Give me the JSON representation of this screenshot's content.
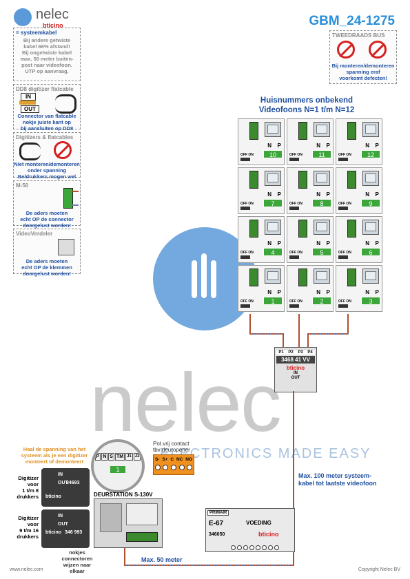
{
  "brand": {
    "name": "nelec",
    "tagline": "ELECTRONICS MADE EASY",
    "partner": "bticino"
  },
  "doc_code": "GBM_24-1275",
  "sidebar": {
    "systeemkabel": {
      "title": "= systeemkabel",
      "lines": [
        "Bij andere getwiste",
        "kabel 66% afstand!",
        "Bij ongetwiste kabel",
        "max. 50 meter buiten-",
        "post naar videofoon.",
        "UTP op aanvraag."
      ]
    },
    "dd8": {
      "title": "DD8 digitizer  flatcable",
      "in": "IN",
      "out": "OUT",
      "lines": [
        "Connector van flatcable",
        "nokje juiste kant op",
        "bij aansluiten op DD8"
      ]
    },
    "digitizers": {
      "title": "Digitizers & flatcables",
      "lines": [
        "Niet monteren/demonteren",
        "onder spanning",
        "Beldrukkers mogen wel"
      ]
    },
    "m50": {
      "title": "M-50",
      "lines": [
        "De aders moeten",
        "echt OP de connector",
        "doorgelust worden!"
      ]
    },
    "videoverdeler": {
      "title": "VideoVerdeler",
      "lines": [
        "De aders moeten",
        "echt OP de klemmen",
        "doorgelust worden!"
      ]
    }
  },
  "bus_warning": {
    "title": "TWEEDRAADS BUS",
    "lines": [
      "Bij monteren/demonteren",
      "spanning eraf",
      "voorkomt defecten!"
    ]
  },
  "grid": {
    "title1": "Huisnummers onbekend",
    "title2": "Videofoons N=1 t/m N=12",
    "n_label": "N",
    "p_label": "P",
    "off_on": "OFF ON",
    "rows": [
      [
        "10",
        "11",
        "12"
      ],
      [
        "7",
        "8",
        "9"
      ],
      [
        "4",
        "5",
        "6"
      ],
      [
        "1",
        "2",
        "3"
      ]
    ]
  },
  "distributor": {
    "ports": [
      "P1",
      "P2",
      "P3",
      "P4"
    ],
    "model": "3468 41  VV",
    "brand": "bticino",
    "in": "IN",
    "out": "OUT"
  },
  "notes": {
    "spanning": [
      "Haal de spanning van het",
      "systeem als je een digitizer",
      "monteert of demonteert"
    ],
    "potvrij": [
      "Pot.vrij contact",
      "tbv deuropener"
    ],
    "max100": [
      "Max. 100 meter systeem-",
      "kabel tot laatste videofoon"
    ],
    "max50": "Max. 50 meter",
    "nokjes": [
      "nokjes connectoren",
      "wijzen naar elkaar"
    ]
  },
  "terminal": {
    "labels": [
      "P",
      "N",
      "S",
      "TM",
      "J1",
      "J2"
    ],
    "value": "1"
  },
  "relay": {
    "labels": [
      "S-",
      "S+",
      "C",
      "NC",
      "NO"
    ]
  },
  "doorstation": {
    "label": "DEURSTATION S-130V"
  },
  "digitizer1": {
    "label": [
      "Digitizer",
      "voor",
      "1 t/m 8",
      "drukkers"
    ],
    "code": "34693",
    "in": "IN",
    "out": "OUT"
  },
  "digitizer2": {
    "label": [
      "Digitizer",
      "voor",
      "9 t/m 16",
      "drukkers"
    ],
    "code": "346 993",
    "in": "IN",
    "out": "OUT"
  },
  "psu": {
    "primair": "PRIMAIR",
    "model": "E-67",
    "voeding": "VOEDING",
    "code": "346050",
    "brand": "bticino"
  },
  "footer": {
    "url": "www.nelec.com",
    "copyright": "Copyright Nelec BV"
  },
  "colors": {
    "blue": "#1f4fa0",
    "green": "#3ca63a",
    "red": "#d62020",
    "orange": "#e09020",
    "wire_red": "#b14e2b"
  }
}
